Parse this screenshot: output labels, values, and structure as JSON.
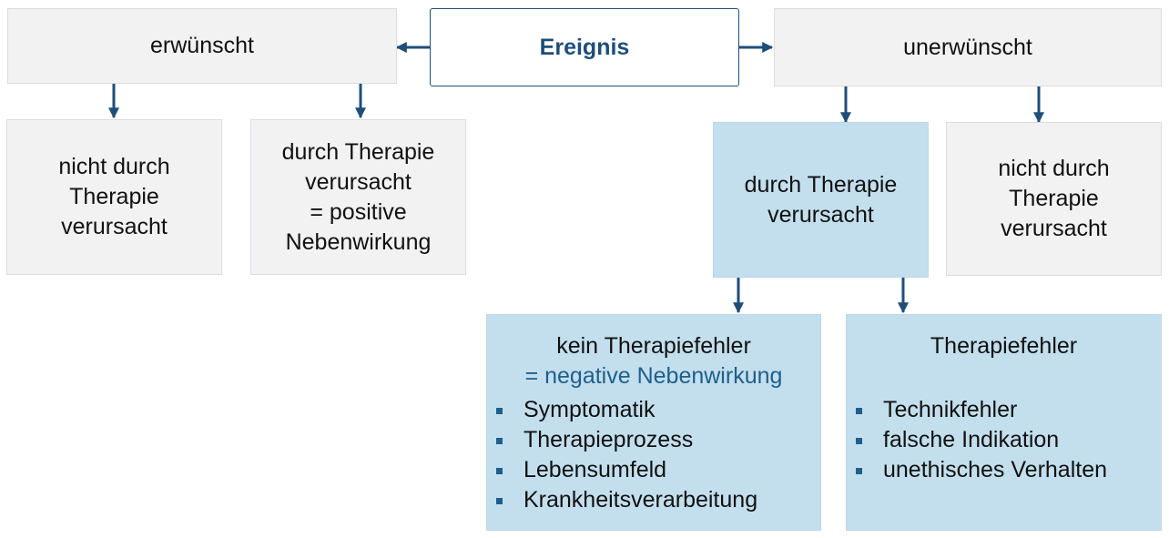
{
  "root": {
    "label": "Ereignis"
  },
  "desired": {
    "label": "erwünscht",
    "not_caused": [
      "nicht durch",
      "Therapie",
      "verursacht"
    ],
    "caused": [
      "durch Therapie",
      "verursacht",
      "= positive",
      "Nebenwirkung"
    ]
  },
  "undesired": {
    "label": "unerwünscht",
    "caused": [
      "durch Therapie",
      "verursacht"
    ],
    "not_caused": [
      "nicht durch",
      "Therapie",
      "verursacht"
    ],
    "no_error": {
      "title": "kein Therapiefehler",
      "subtitle": "= negative Nebenwirkung",
      "items": [
        "Symptomatik",
        "Therapieprozess",
        "Lebensumfeld",
        "Krankheitsverarbeitung"
      ]
    },
    "error": {
      "title": "Therapiefehler",
      "items": [
        "Technikfehler",
        "falsche Indikation",
        "unethisches Verhalten"
      ]
    }
  },
  "colors": {
    "arrow": "#1f4e79",
    "accent": "#1f5f8b",
    "blue_box": "#c3dfed",
    "grey_box": "#f2f2f2"
  }
}
